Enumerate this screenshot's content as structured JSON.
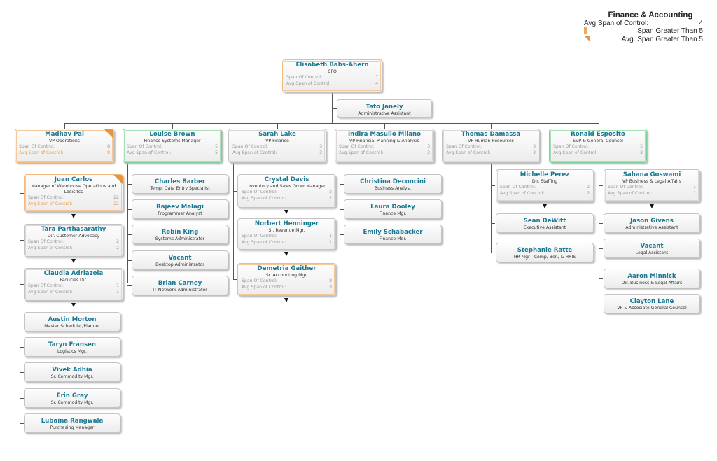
{
  "legend": {
    "title": "Finance & Accounting",
    "avg_label": "Avg Span of Control:",
    "avg_value": "4",
    "span_gt_label": "Span Greater Than 5",
    "avg_gt_label": "Avg. Span Greater Than 5"
  },
  "labels": {
    "span": "Span Of Control:",
    "avg": "Avg Span of Control:"
  },
  "colors": {
    "name": "#1b7893",
    "highlight_orange": "#f3b97e",
    "highlight_green": "#7ccf96",
    "corner": "#e8943c"
  },
  "nodes": [
    {
      "name": "Elisabeth Bahs-Ahern",
      "title": "CFO",
      "span": "7",
      "avg": "4",
      "style": "orange"
    },
    {
      "name": "Tato Janely",
      "title": "Administrative Assistant"
    },
    {
      "name": "Madhav Pai",
      "title": "VP Operations",
      "span": "8",
      "avg": "8",
      "style": "orange",
      "corner": true,
      "avg_hl": true
    },
    {
      "name": "Louise Brown",
      "title": "Finance Systems Manager",
      "span": "5",
      "avg": "5",
      "style": "green"
    },
    {
      "name": "Sarah Lake",
      "title": "VP Finance",
      "span": "3",
      "avg": "3",
      "style": "ext"
    },
    {
      "name": "Indira Masullo Milano",
      "title": "VP Financial Planning & Analysis",
      "span": "3",
      "avg": "3",
      "style": "ext"
    },
    {
      "name": "Thomas Damassa",
      "title": "VP Human Resources",
      "span": "3",
      "avg": "3",
      "style": "ext"
    },
    {
      "name": "Ronald Esposito",
      "title": "SVP & General Counsel",
      "span": "5",
      "avg": "3",
      "style": "green"
    },
    {
      "name": "Juan Carlos",
      "title": "Manager of Warehouse Operations and Logisitcs",
      "span": "22",
      "avg": "22",
      "style": "orange",
      "corner": true,
      "avg_hl": true,
      "collapsed": true
    },
    {
      "name": "Tara Parthasarathy",
      "title": "Dir. Customer Advocacy",
      "span": "2",
      "avg": "2",
      "style": "ext",
      "collapsed": true
    },
    {
      "name": "Claudia Adriazola",
      "title": "Facilities Dir.",
      "span": "1",
      "avg": "1",
      "style": "ext",
      "collapsed": true
    },
    {
      "name": "Austin Morton",
      "title": "Master Scheduler/Planner"
    },
    {
      "name": "Taryn Fransen",
      "title": "Logistics Mgr."
    },
    {
      "name": "Vivek Adhia",
      "title": "Sr. Commodity Mgr."
    },
    {
      "name": "Erin Gray",
      "title": "Sr. Commodity Mgr."
    },
    {
      "name": "Lubaina Rangwala",
      "title": "Purchasing Manager"
    },
    {
      "name": "Charles Barber",
      "title": "Temp. Data Entry Specialist"
    },
    {
      "name": "Rajeev Malagi",
      "title": "Programmer Analyst"
    },
    {
      "name": "Robin King",
      "title": "Systems Administrator"
    },
    {
      "name": "Vacant",
      "title": "Desktop Administrator"
    },
    {
      "name": "Brian Carney",
      "title": "IT Network Administrator"
    },
    {
      "name": "Crystal Davis",
      "title": "Inventory and Sales Order Manager",
      "span": "2",
      "avg": "2",
      "style": "ext",
      "collapsed": true
    },
    {
      "name": "Norbert Henninger",
      "title": "Sr. Revenue Mgr.",
      "span": "1",
      "avg": "1",
      "style": "ext",
      "collapsed": true
    },
    {
      "name": "Demetria Gaither",
      "title": "Sr. Accounting Mgr.",
      "span": "8",
      "avg": "3",
      "style": "orange",
      "collapsed": true
    },
    {
      "name": "Christina Deconcini",
      "title": "Business Analyst"
    },
    {
      "name": "Laura Dooley",
      "title": "Finance Mgr."
    },
    {
      "name": "Emily Schabacker",
      "title": "Finance Mgr."
    },
    {
      "name": "Michelle Perez",
      "title": "Dir. Staffing",
      "span": "2",
      "avg": "2",
      "style": "ext",
      "collapsed": true
    },
    {
      "name": "Sean DeWitt",
      "title": "Executive Assistant"
    },
    {
      "name": "Stephanie Ratte",
      "title": "HR Mgr - Comp, Ben, & HRIS"
    },
    {
      "name": "Sahana Goswami",
      "title": "VP Business & Legal Affairs",
      "span": "1",
      "avg": "1",
      "style": "ext",
      "collapsed": true
    },
    {
      "name": "Jason Givens",
      "title": "Administrative Assistant"
    },
    {
      "name": "Vacant",
      "title": "Legal Assistant"
    },
    {
      "name": "Aaron Minnick",
      "title": "Dir. Business & Legal Affairs"
    },
    {
      "name": "Clayton Lane",
      "title": "VP & Associate General Counsel"
    }
  ]
}
